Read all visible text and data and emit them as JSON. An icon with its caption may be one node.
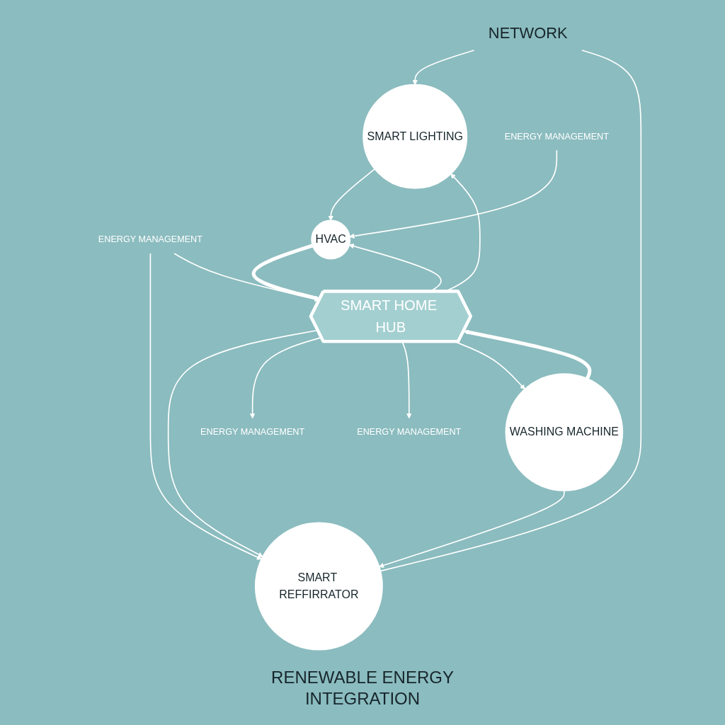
{
  "diagram": {
    "nodes": [
      {
        "text": [
          "NETWORK"
        ]
      },
      {
        "text": [
          "SMART REFFIRRATOR"
        ]
      },
      {
        "text": [
          "ENERGY MANAGEMENT"
        ]
      },
      {
        "text": [
          "SMART LIGHTING"
        ]
      },
      {
        "text": [
          "ENERGY MANAGEMENT"
        ]
      },
      {
        "text": [
          "SMART HOME HUB"
        ]
      },
      {
        "text": [
          "ENERGY MANAGEMENT"
        ]
      },
      {
        "text": [
          "WASHING MACHINE"
        ]
      },
      {
        "text": [
          "ENERGY MANAGEMENT"
        ]
      },
      {
        "text": [
          "HVAC"
        ]
      }
    ],
    "edges": [
      {
        "from": 7,
        "to": 1,
        "arrow": "to"
      },
      {
        "from": 1,
        "to": 0,
        "arrow": "none"
      },
      {
        "from": 0,
        "to": 3,
        "arrow": "to"
      },
      {
        "from": 3,
        "to": 9,
        "arrow": "to"
      },
      {
        "from": 2,
        "to": 1,
        "arrow": "to"
      },
      {
        "from": 2,
        "to": 5,
        "arrow": "to"
      },
      {
        "from": 5,
        "to": 1,
        "arrow": "to"
      },
      {
        "from": 5,
        "to": 3,
        "arrow": "to"
      },
      {
        "from": 5,
        "to": 4,
        "arrow": "to"
      },
      {
        "from": 5,
        "to": 6,
        "arrow": "to"
      },
      {
        "from": 5,
        "to": 7,
        "arrow": "to"
      },
      {
        "from": 5,
        "to": 9,
        "arrow": "to"
      },
      {
        "from": 8,
        "to": 9,
        "arrow": "to"
      },
      {
        "from": 7,
        "to": 5,
        "arrow": "to",
        "style": "thick"
      },
      {
        "from": 9,
        "to": 5,
        "arrow": "to",
        "style": "thick"
      }
    ],
    "labels": [
      "RENEWABLE ENERGY INTEGRATION"
    ]
  }
}
